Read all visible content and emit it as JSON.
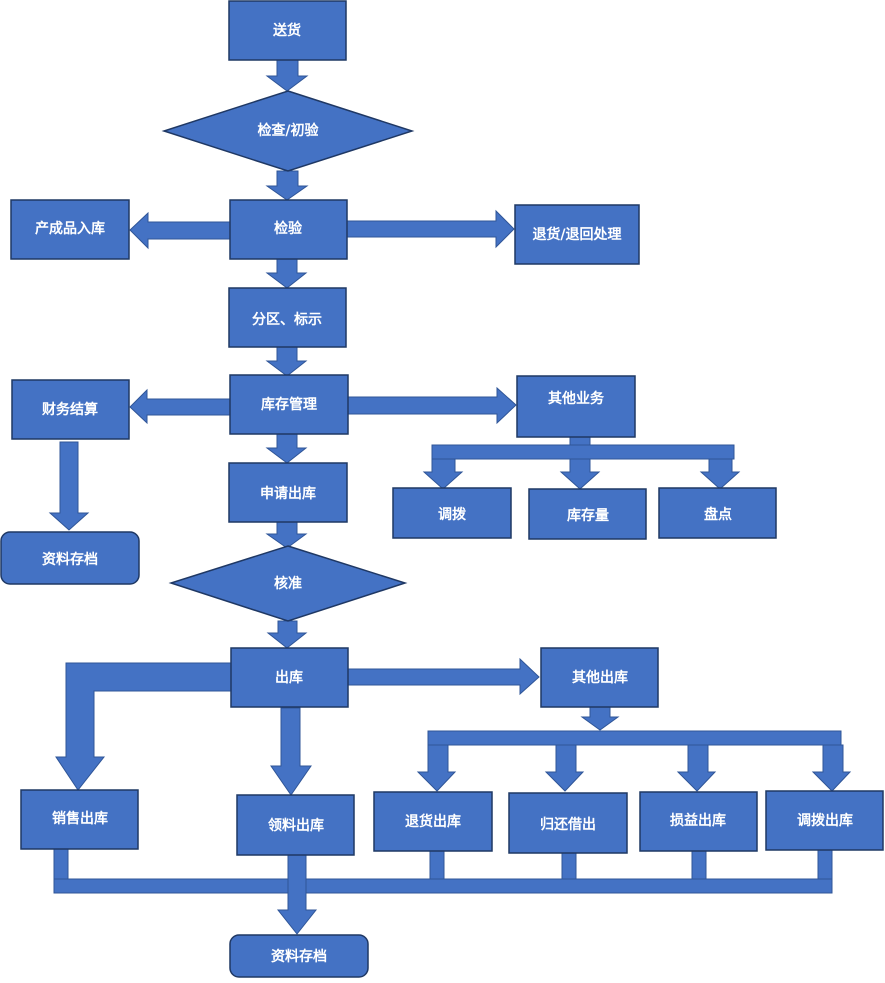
{
  "nodes": {
    "deliver": "送货",
    "inspect_initial": "检查/初验",
    "inspect": "检验",
    "finished_goods_in": "产成品入库",
    "return_handling": "退货/退回处理",
    "zone_label": "分区、标示",
    "inventory_mgmt": "库存管理",
    "financial_settlement": "财务结算",
    "archive_left": "资料存档",
    "other_business": "其他业务",
    "transfer": "调拨",
    "stock_quantity": "库存量",
    "stocktake": "盘点",
    "apply_outbound": "申请出库",
    "approve": "核准",
    "outbound": "出库",
    "other_outbound": "其他出库",
    "sales_outbound": "销售出库",
    "material_outbound": "领料出库",
    "return_outbound": "退货出库",
    "borrow_return_outbound": "归还借出",
    "loss_gain_outbound": "损益出库",
    "transfer_outbound": "调拨出库",
    "archive_bottom": "资料存档"
  },
  "colors": {
    "fill": "#4472C4",
    "border": "#1F3864",
    "text": "#FFFFFF"
  }
}
